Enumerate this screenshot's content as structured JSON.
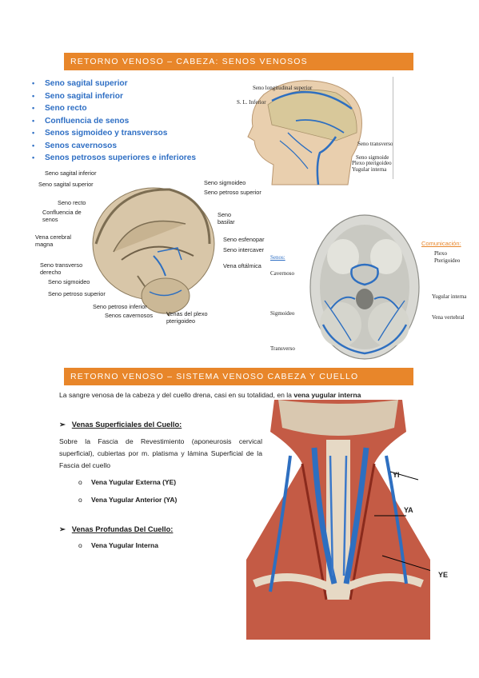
{
  "section1": {
    "banner": "RETORNO VENOSO – CABEZA: SENOS VENOSOS",
    "bullets": [
      "Seno sagital superior",
      "Seno sagital inferior",
      "Seno recto",
      "Confluencia de senos",
      "Senos sigmoideo y transversos",
      "Senos cavernosos",
      "Senos petrosos superiores e inferiores"
    ],
    "head_labels": {
      "seno_longitudinal": "Seno longitudinal superior",
      "sl_inferior": "S. L. Inferior",
      "seno_transverso": "Seno transverso",
      "seno_sigmoide": "Seno sigmoide",
      "plexo": "Plexo pterigoideo",
      "yugular": "Yugular interna"
    },
    "dura_labels": {
      "sagital_inferior": "Seno sagital inferior",
      "sagital_superior": "Seno sagital superior",
      "recto": "Seno recto",
      "confluencia": "Confluencia de senos",
      "vena_cerebral": "Vena cerebral magna",
      "transverso_derecho": "Seno transverso derecho",
      "sigmoideo_left": "Seno sigmoideo",
      "petroso_superior_left": "Seno petroso superior",
      "petroso_inferior": "Seno petroso inferior",
      "cavernosos": "Senos cavernosos",
      "venas_plexo": "Venas del plexo pterigoideo",
      "sigmoideo_right": "Seno sigmoideo",
      "petroso_superior_right": "Seno petroso superior",
      "basilar": "Seno basilar",
      "esfenoparietal": "Seno esfenopar",
      "intercavernoso": "Seno intercaver",
      "vena_oftalmica": "Vena oftálmica"
    },
    "base_labels": {
      "senos": "Senos:",
      "cavernoso": "Cavernoso",
      "sigmoideo": "Sigmoideo",
      "transverso": "Transverso",
      "comunicacion": "Comunicación:",
      "plexo_pterigoideo": "Plexo Pterigoideo",
      "yugular_interna": "Yugular interna",
      "vena_vertebral": "Vena vertebral"
    }
  },
  "section2": {
    "banner": "RETORNO VENOSO – SISTEMA VENOSO CABEZA Y CUELLO",
    "intro_text": "La sangre venosa de la cabeza y del cuello drena, casi en su totalidad, en la ",
    "intro_bold": "vena yugular interna",
    "superficiales_title": "Venas Superficiales del  Cuello:",
    "superficiales_text": "Sobre la Fascia de Revestimiento (aponeurosis cervical superficial), cubiertas por m. platisma y lámina Superficial de la Fascia del cuello",
    "superficiales_items": [
      "Vena Yugular Externa (YE)",
      "Vena Yugular Anterior (YA)"
    ],
    "profundas_title": "Venas Profundas Del Cuello:",
    "profundas_items": [
      "Vena Yugular Interna"
    ],
    "neck_labels": {
      "yi": "YI",
      "ya": "YA",
      "ye": "YE"
    }
  },
  "colors": {
    "banner": "#e8862a",
    "bullet_text": "#2f6fc4",
    "vein_blue": "#2e6fc0",
    "muscle_red": "#b23a26",
    "comunicacion": "#e8862a",
    "senos_label": "#2f6fc4"
  },
  "icons": {
    "bullet": "•",
    "arrow": "➢",
    "circle": "o"
  }
}
